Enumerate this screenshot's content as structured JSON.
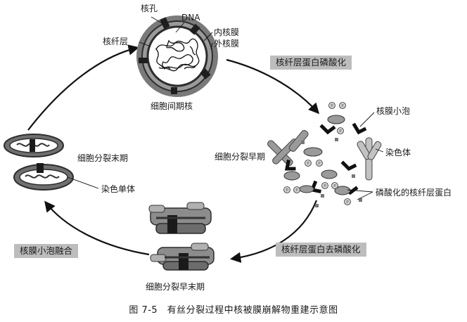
{
  "labels": {
    "nuclear_pore": "核孔",
    "dna": "DNA",
    "nuclear_lamina": "核纤层",
    "inner_membrane": "内核膜",
    "outer_membrane": "外核膜",
    "interphase_nucleus": "细胞间期核",
    "vesicle": "核膜小泡",
    "chromosome": "染色体",
    "early_mitosis": "细胞分裂早期",
    "phospho_lamin": "磷酸化的核纤层蛋白",
    "late_early_mitosis": "细胞分裂早末期",
    "telophase": "细胞分裂末期",
    "chromatid": "染色单体",
    "phosphate_marker": "P"
  },
  "stages": {
    "phosphorylation": "核纤层蛋白磷酸化",
    "dephosphorylation": "核纤层蛋白去磷酸化",
    "vesicle_fusion": "核膜小泡融合"
  },
  "caption": "图 7-5　有丝分裂过程中核被膜崩解物重建示意图",
  "colors": {
    "membrane": "#6f6f6f",
    "lamina": "#3a3a3a",
    "box": "#bdbdbd"
  }
}
